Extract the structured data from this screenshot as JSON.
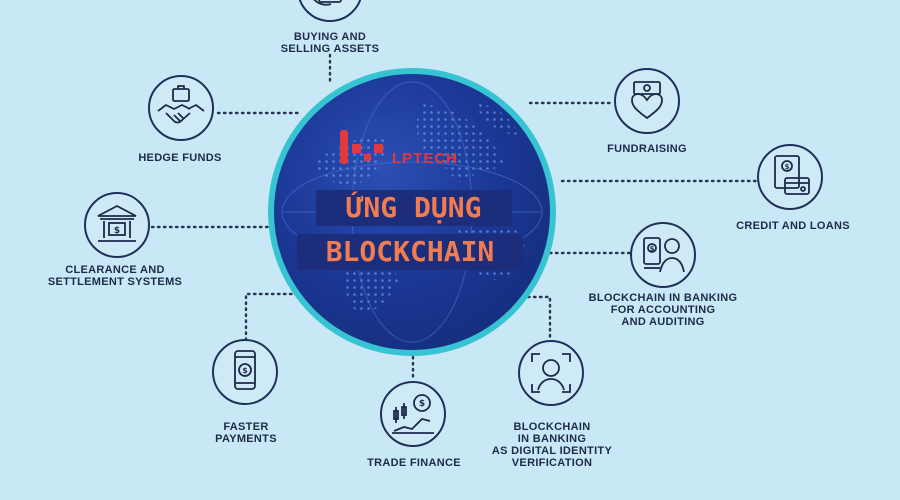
{
  "center": {
    "logo_text": "LPTECH",
    "title_line1": "ỨNG DỤNG",
    "title_line2": "BLOCKCHAIN"
  },
  "nodes": [
    {
      "key": "buying",
      "label": "BUYING AND\nSELLING ASSETS",
      "icon": "payment-document-icon"
    },
    {
      "key": "hedge",
      "label": "HEDGE FUNDS",
      "icon": "handshake-icon"
    },
    {
      "key": "clearance",
      "label": "CLEARANCE AND\nSETTLEMENT SYSTEMS",
      "icon": "bank-building-icon"
    },
    {
      "key": "faster",
      "label": "FASTER\nPAYMENTS",
      "icon": "mobile-payment-icon"
    },
    {
      "key": "trade",
      "label": "TRADE FINANCE",
      "icon": "trading-chart-icon"
    },
    {
      "key": "identity",
      "label": "BLOCKCHAIN\nIN BANKING\nAS DIGITAL IDENTITY\nVERIFICATION",
      "icon": "face-scan-icon"
    },
    {
      "key": "accounting",
      "label": "BLOCKCHAIN IN BANKING\nFOR ACCOUNTING\nAND AUDITING",
      "icon": "accountant-icon"
    },
    {
      "key": "credit",
      "label": "CREDIT AND LOANS",
      "icon": "credit-card-document-icon"
    },
    {
      "key": "fundraising",
      "label": "FUNDRAISING",
      "icon": "money-heart-icon"
    }
  ],
  "colors": {
    "background": "#c8e8f6",
    "ink": "#1d2a4a",
    "globe_ring": "#36c3d2",
    "globe_fill": "#1b3896",
    "title_text": "#f07c50",
    "logo_red": "#e23a3a"
  }
}
